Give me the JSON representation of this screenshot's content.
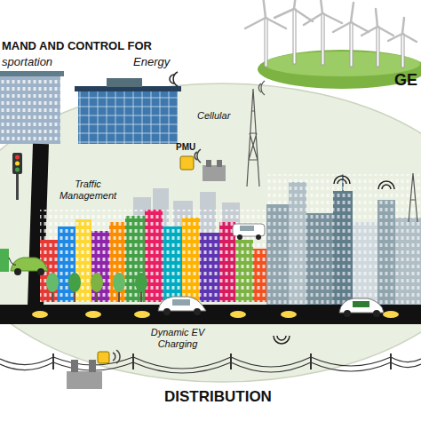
{
  "diagram": {
    "labels": [
      "MAND AND CONTROL FOR",
      "sportation",
      "Energy",
      "GE",
      "Cellular",
      "PMU",
      "Traffic Management",
      "Dynamic EV Charging",
      "DISTRIBUTION"
    ]
  }
}
